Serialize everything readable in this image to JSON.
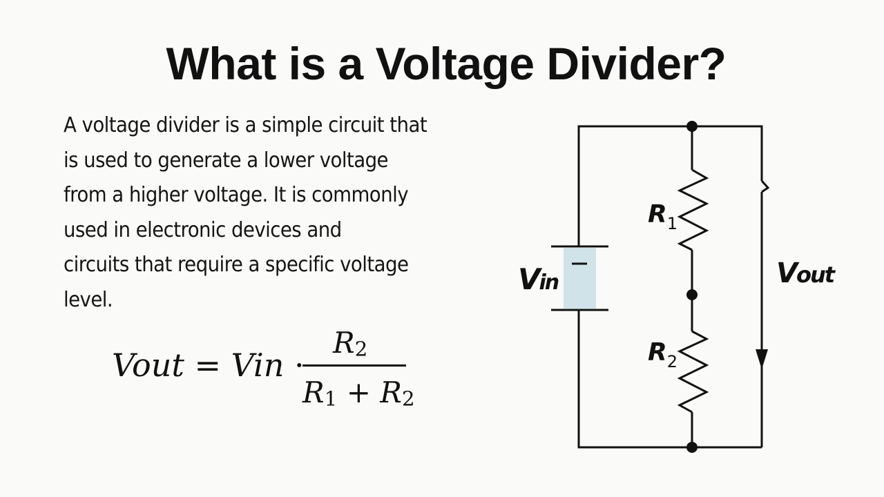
{
  "title": "What is a Voltage Divider?",
  "description": {
    "lines": [
      "A voltage divider is a simple circuit that",
      "is used to generate a lower voltage",
      "from a higher voltage. It is commonly",
      "used in electronic devices and",
      "circuits that require a specific voltage",
      "level."
    ]
  },
  "formula": {
    "lhs_var": "Vout",
    "equals": "=",
    "rhs_var": "Vin",
    "dot": "·",
    "numerator": {
      "symbol": "R",
      "sub": "2"
    },
    "denominator": {
      "term1": {
        "symbol": "R",
        "sub": "1"
      },
      "plus": "+",
      "term2": {
        "symbol": "R",
        "sub": "2"
      }
    }
  },
  "circuit": {
    "source_label": {
      "main": "V",
      "sub": "in"
    },
    "source_polarity": "−",
    "output_label": {
      "main": "V",
      "sub": "out"
    },
    "resistors": [
      {
        "main": "R",
        "sub": "1"
      },
      {
        "main": "R",
        "sub": "2"
      }
    ],
    "colors": {
      "wire": "#111111",
      "battery_fill": "#cfe3e8"
    }
  }
}
